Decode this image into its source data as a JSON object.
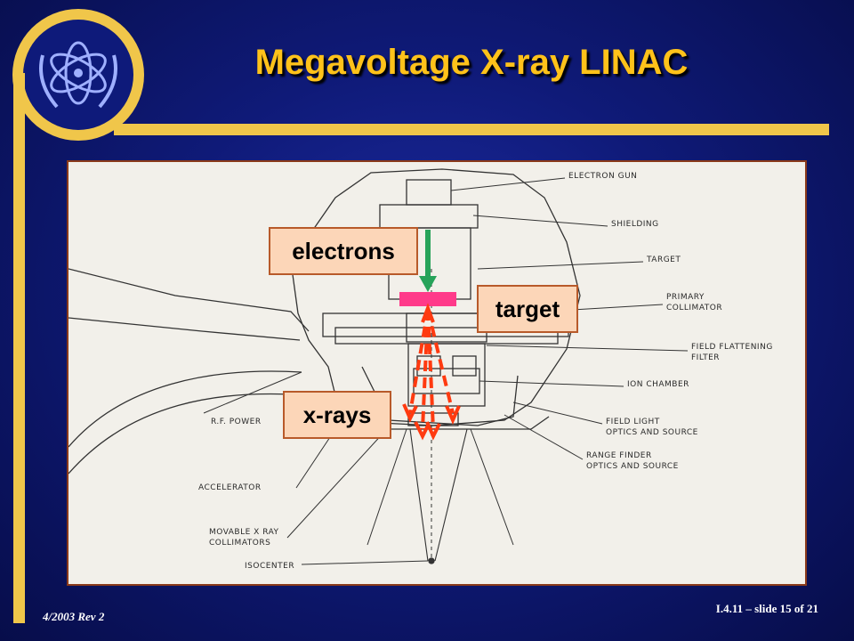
{
  "slide": {
    "title": "Megavoltage X-ray LINAC",
    "footer_left": "4/2003 Rev 2",
    "footer_right": "I.4.11 – slide 15 of 21"
  },
  "colors": {
    "background": "#0f1a78",
    "accent_gold": "#f0c64a",
    "title": "#ffc21a",
    "callout_fill": "#fcd6b8",
    "electron_arrow": "#27a35a",
    "xray_arrows": "#ff3a10",
    "target_bar": "#ff3a8a"
  },
  "logo": {
    "icon": "atom-olive-wreath-icon"
  },
  "callouts": {
    "electrons": "electrons",
    "target": "target",
    "xrays": "x-rays"
  },
  "diagram_labels": {
    "electron_gun": "ELECTRON GUN",
    "shielding": "SHIELDING",
    "target": "TARGET",
    "primary_collimator": "PRIMARY\nCOLLIMATOR",
    "field_flattening_filter": "FIELD FLATTENING\nFILTER",
    "ion_chamber": "ION CHAMBER",
    "field_light": "FIELD LIGHT\nOPTICS AND SOURCE",
    "range_finder": "RANGE FINDER\nOPTICS AND SOURCE",
    "rf_power": "R.F. POWER",
    "accelerator": "ACCELERATOR",
    "movable_collimators": "MOVABLE X RAY\nCOLLIMATORS",
    "isocenter": "ISOCENTER"
  }
}
